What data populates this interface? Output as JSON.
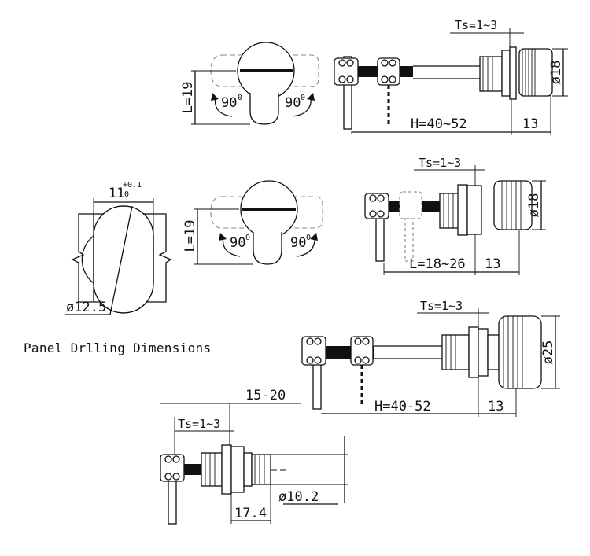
{
  "view_a": {
    "ts": "Ts=1~3",
    "dia": "ø18",
    "h": "H=40~52",
    "len13": "13",
    "l19": "L=19",
    "rot_left": "90",
    "rot_right": "90",
    "deg": "0"
  },
  "view_b": {
    "ts": "Ts=1~3",
    "dia": "ø18",
    "l": "L=18~26",
    "len13": "13",
    "l19": "L=19",
    "rot_left": "90",
    "rot_right": "90",
    "deg": "0"
  },
  "panel_cutout": {
    "width": "11",
    "tol_upper": "+0.1",
    "tol_lower": "0",
    "dia": "ø12.5",
    "caption": "Panel Drlling Dimensions"
  },
  "view_c": {
    "ts": "Ts=1~3",
    "dia": "ø25",
    "h": "H=40-52",
    "len13": "13"
  },
  "view_d": {
    "range": "15-20",
    "ts": "Ts=1~3",
    "dia": "ø10.2",
    "len": "17.4"
  }
}
